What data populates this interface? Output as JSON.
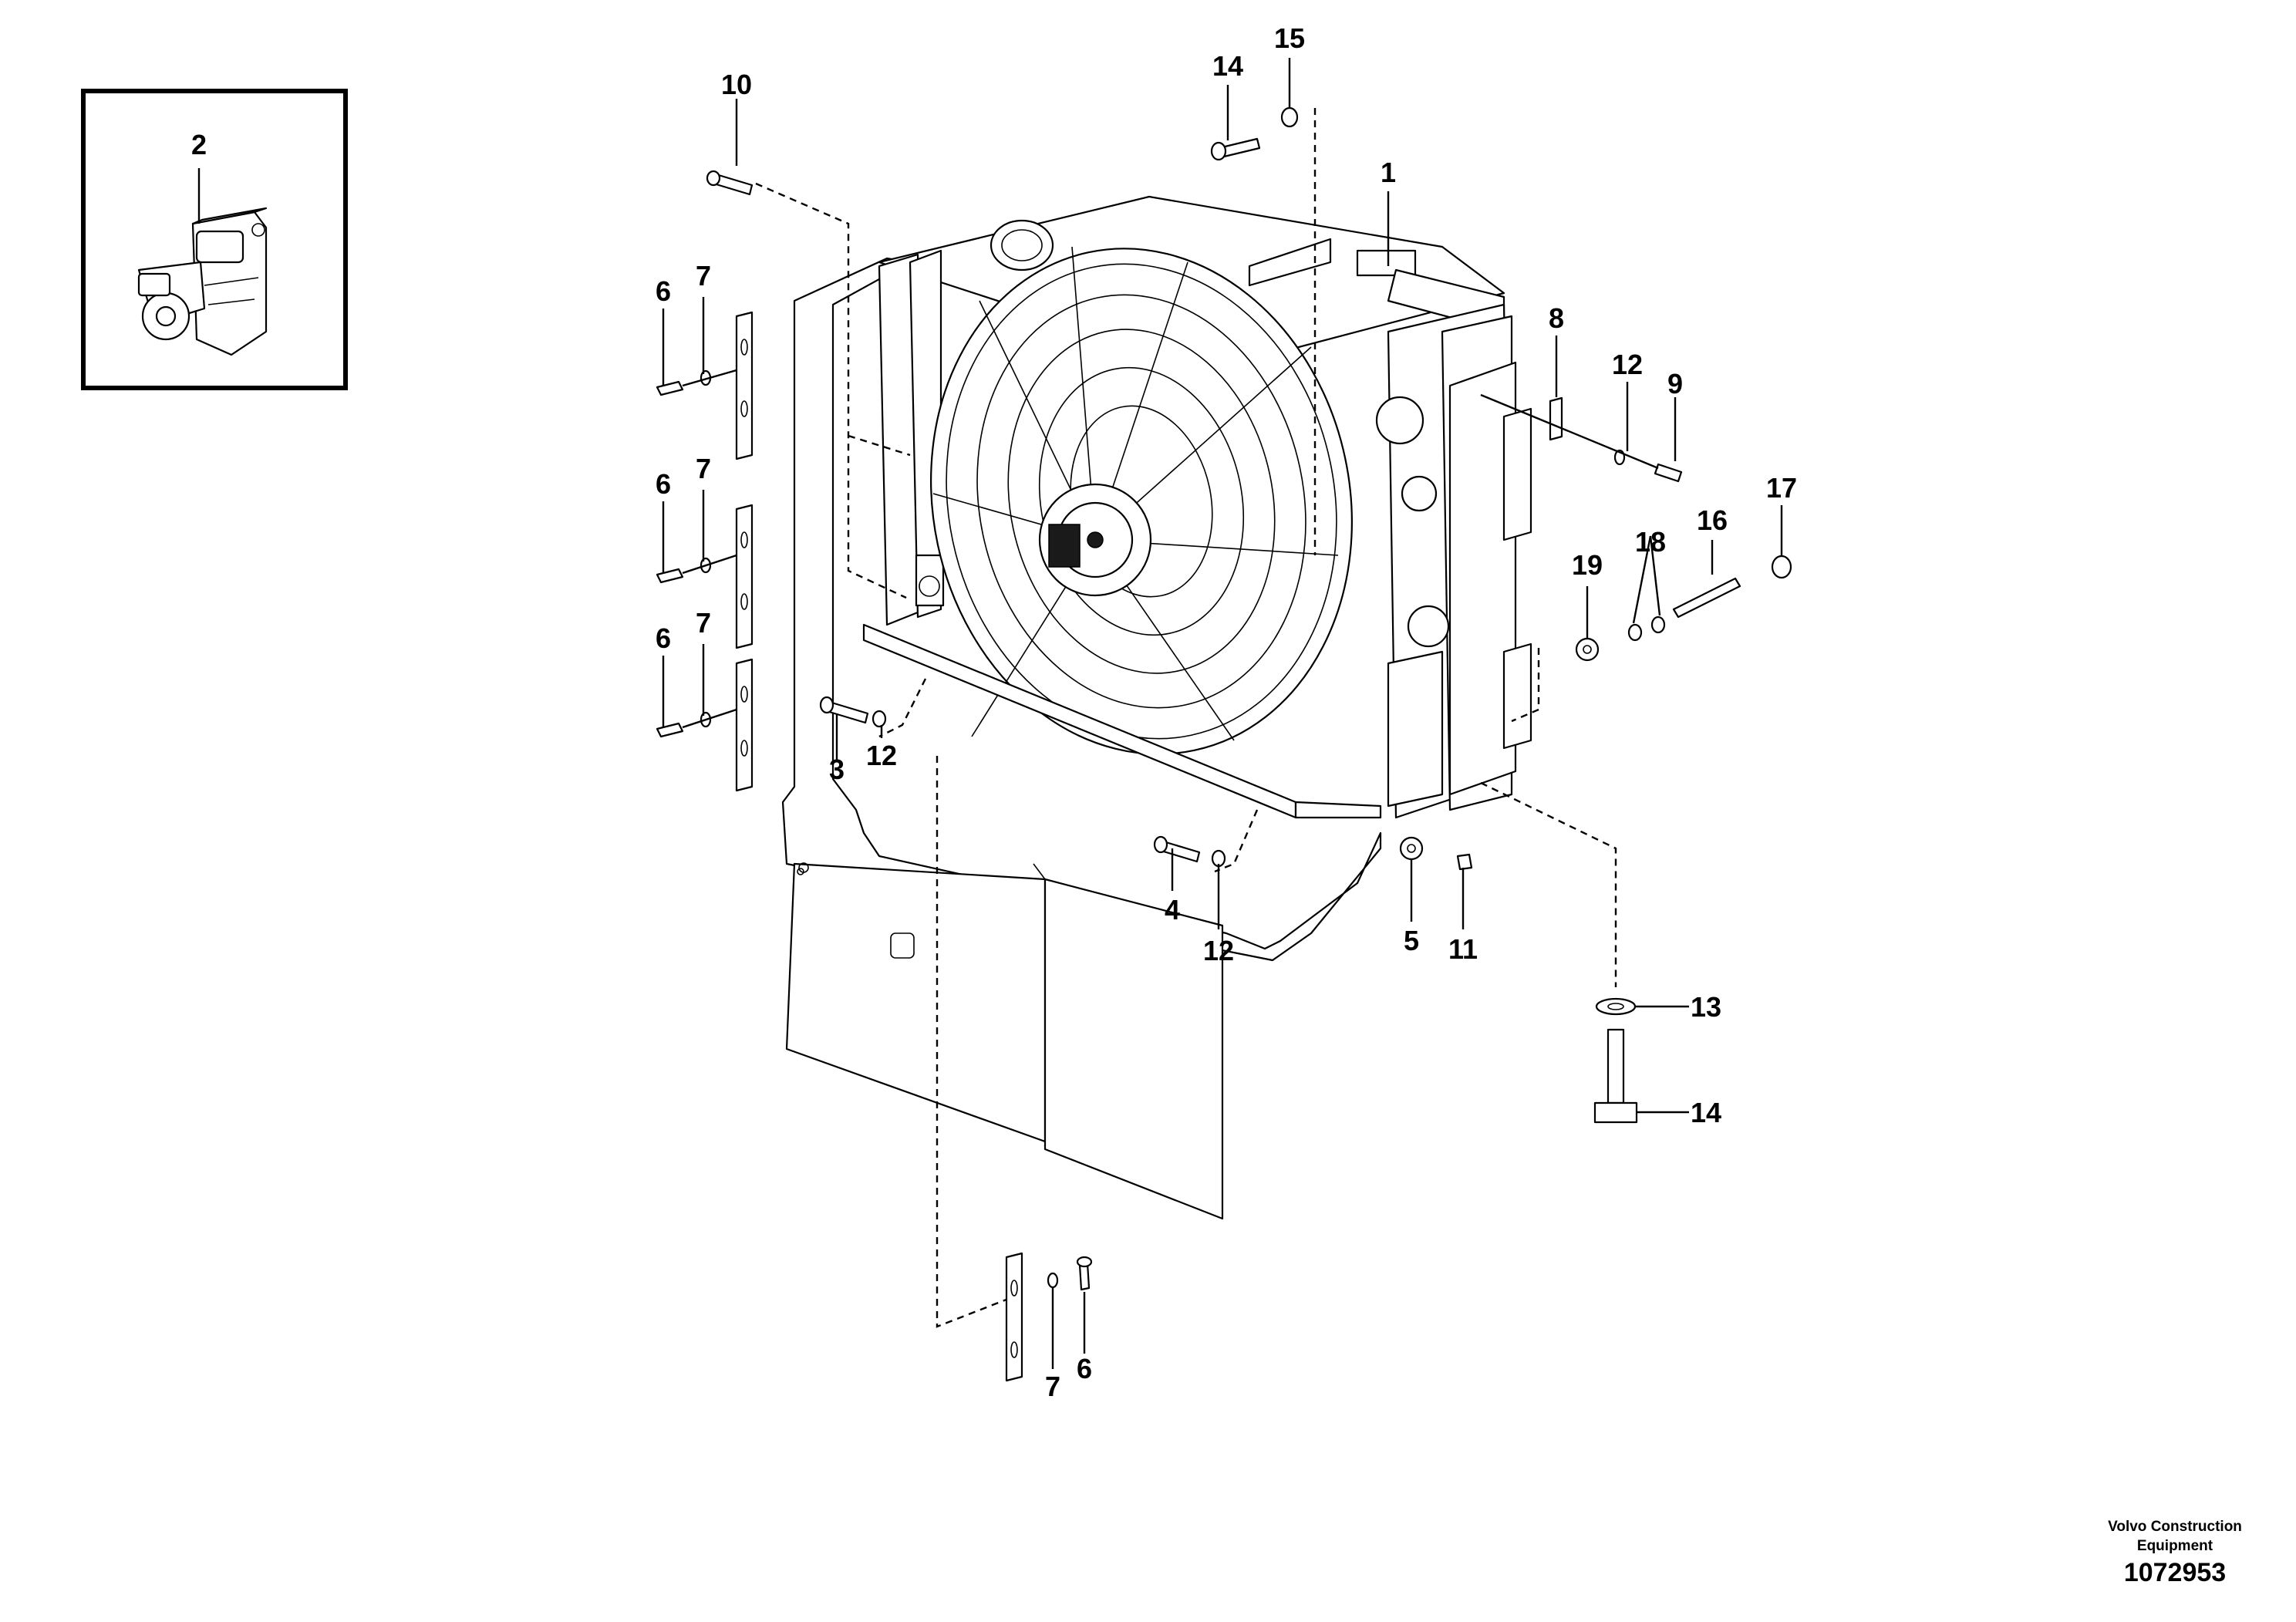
{
  "callouts": {
    "c1": "1",
    "c2": "2",
    "c3": "3",
    "c4": "4",
    "c5": "5",
    "c6a": "6",
    "c6b": "6",
    "c6c": "6",
    "c6d": "6",
    "c7a": "7",
    "c7b": "7",
    "c7c": "7",
    "c7d": "7",
    "c8": "8",
    "c9": "9",
    "c10": "10",
    "c11": "11",
    "c12a": "12",
    "c12b": "12",
    "c12c": "12",
    "c13": "13",
    "c14a": "14",
    "c14b": "14",
    "c15": "15",
    "c16": "16",
    "c17": "17",
    "c18": "18",
    "c19": "19"
  },
  "credit": {
    "line1": "Volvo Construction",
    "line2": "Equipment",
    "drawing_number": "1072953"
  }
}
